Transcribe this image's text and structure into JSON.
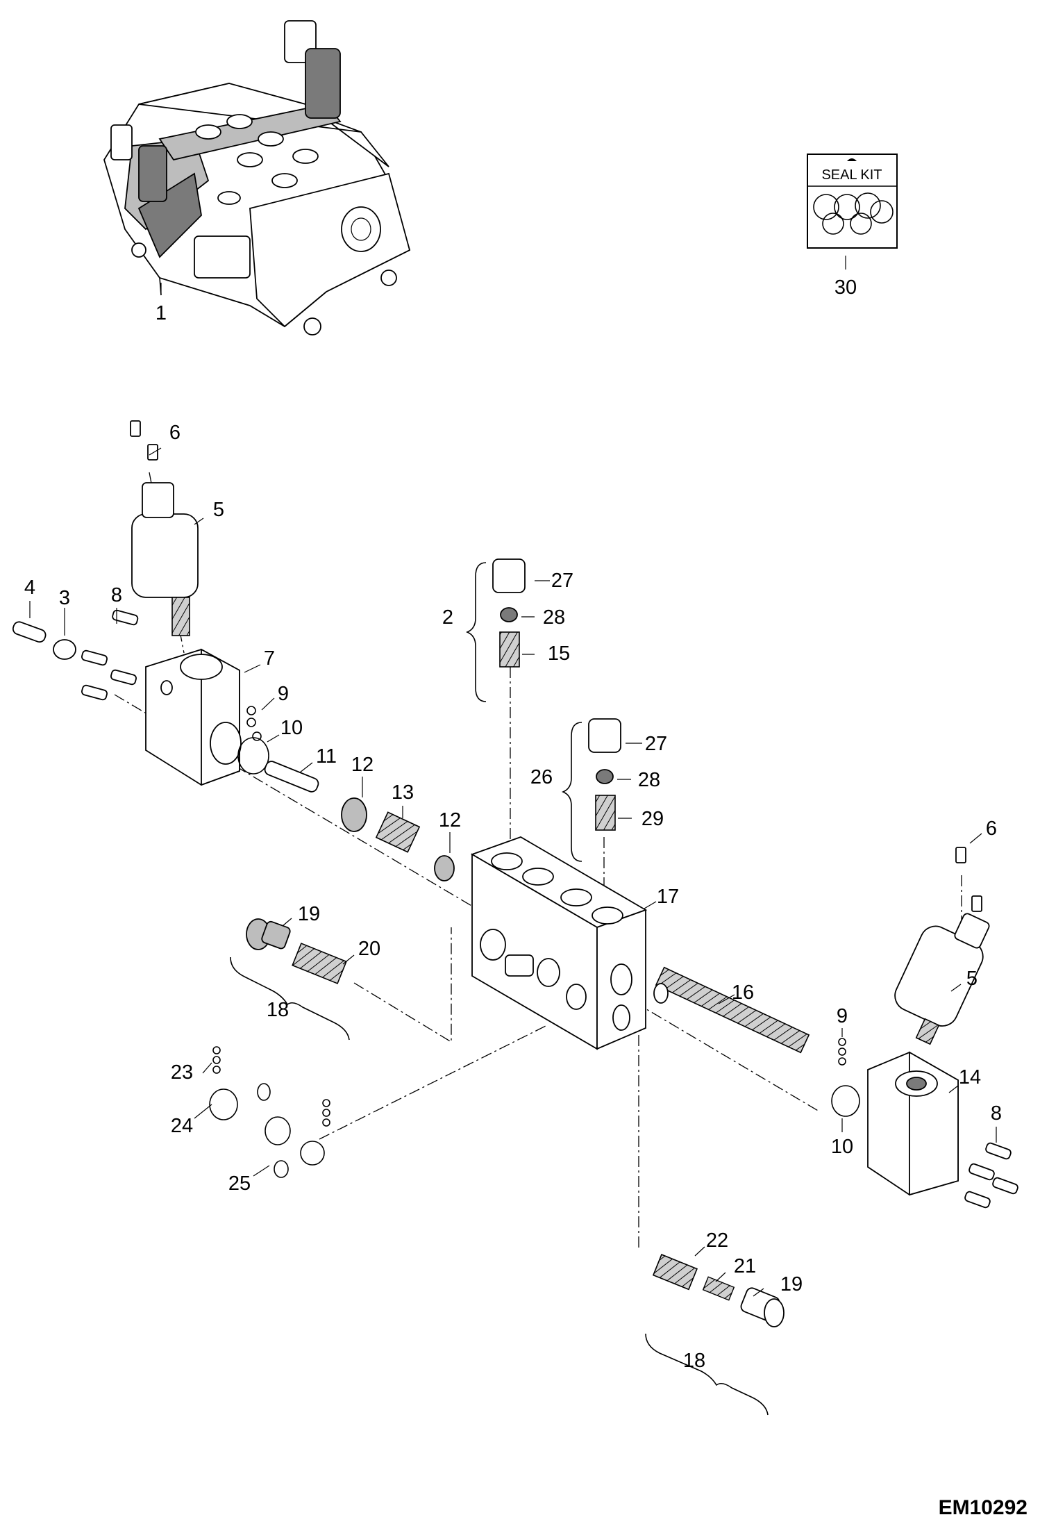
{
  "drawing_number": "EM10292",
  "seal_kit": {
    "label": "SEAL KIT",
    "item": "30"
  },
  "callouts": [
    "1",
    "2",
    "3",
    "4",
    "5",
    "5",
    "6",
    "6",
    "7",
    "8",
    "8",
    "9",
    "9",
    "10",
    "10",
    "11",
    "12",
    "12",
    "13",
    "14",
    "15",
    "16",
    "17",
    "18",
    "18",
    "19",
    "19",
    "20",
    "21",
    "22",
    "23",
    "24",
    "25",
    "26",
    "27",
    "27",
    "28",
    "28",
    "29"
  ]
}
